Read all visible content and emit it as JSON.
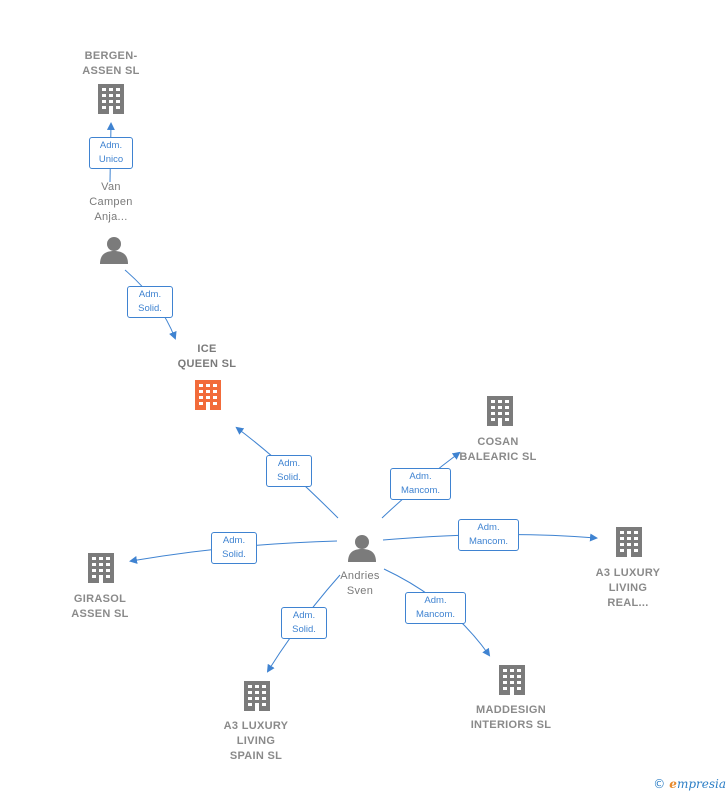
{
  "colors": {
    "edge": "#3f83d1",
    "node": "#7b7b7b",
    "focus": "#f26b3a"
  },
  "nodes": {
    "bergen": {
      "label": "BERGEN-\nASSEN  SL",
      "icon": "building-icon"
    },
    "vancampen": {
      "label": "Van\nCampen\nAnja...",
      "icon": "person-icon"
    },
    "icequeen": {
      "label": "ICE\nQUEEN  SL",
      "icon": "building-icon"
    },
    "cosan": {
      "label": "COSAN\nBALEARIC  SL",
      "icon": "building-icon"
    },
    "a3real": {
      "label": "A3 LUXURY\nLIVING\nREAL...",
      "icon": "building-icon"
    },
    "girasol": {
      "label": "GIRASOL\nASSEN  SL",
      "icon": "building-icon"
    },
    "andries": {
      "label": "Andries\nSven",
      "icon": "person-icon"
    },
    "a3spain": {
      "label": "A3 LUXURY\nLIVING\nSPAIN  SL",
      "icon": "building-icon"
    },
    "maddesign": {
      "label": "MADDESIGN\nINTERIORS  SL",
      "icon": "building-icon"
    }
  },
  "edges": {
    "e1": "Adm.\nUnico",
    "e2": "Adm.\nSolid.",
    "e3": "Adm.\nSolid.",
    "e4": "Adm.\nMancom.",
    "e5": "Adm.\nMancom.",
    "e6": "Adm.\nSolid.",
    "e7": "Adm.\nSolid.",
    "e8": "Adm.\nMancom."
  },
  "footer": {
    "copyright": "©",
    "brand_e": "e",
    "brand_rest": "mpresia"
  }
}
